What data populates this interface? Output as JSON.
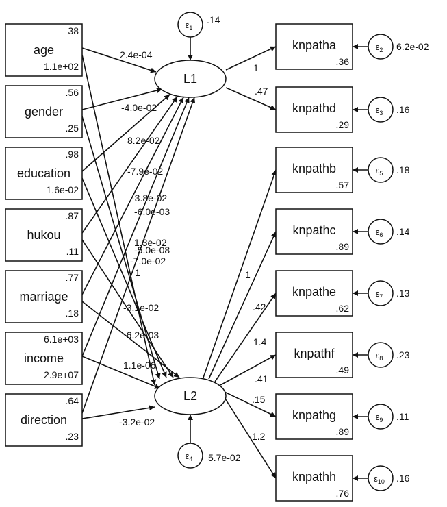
{
  "latents": [
    {
      "id": "L1",
      "label": "L1"
    },
    {
      "id": "L2",
      "label": "L2"
    }
  ],
  "predictors": [
    {
      "id": "age",
      "label": "age",
      "mean": "38",
      "variance": "1.1e+02"
    },
    {
      "id": "gender",
      "label": "gender",
      "mean": ".56",
      "variance": ".25"
    },
    {
      "id": "education",
      "label": "education",
      "mean": ".98",
      "variance": "1.6e-02"
    },
    {
      "id": "hukou",
      "label": "hukou",
      "mean": ".87",
      "variance": ".11"
    },
    {
      "id": "marriage",
      "label": "marriage",
      "mean": ".77",
      "variance": ".18"
    },
    {
      "id": "income",
      "label": "income",
      "mean": "6.1e+03",
      "variance": "2.9e+07"
    },
    {
      "id": "direction",
      "label": "direction",
      "mean": ".64",
      "variance": ".23"
    }
  ],
  "indicators": [
    {
      "id": "knpatha",
      "label": "knpatha",
      "intercept": ".36",
      "error": "2",
      "error_value": "6.2e-02",
      "latent": "L1",
      "loading": "1"
    },
    {
      "id": "knpathd",
      "label": "knpathd",
      "intercept": ".29",
      "error": "3",
      "error_value": ".16",
      "latent": "L1",
      "loading": ".47"
    },
    {
      "id": "knpathb",
      "label": "knpathb",
      "intercept": ".57",
      "error": "5",
      "error_value": ".18",
      "latent": "L2",
      "loading": "1"
    },
    {
      "id": "knpathc",
      "label": "knpathc",
      "intercept": ".89",
      "error": "6",
      "error_value": ".14",
      "latent": "L2",
      "loading": ".42"
    },
    {
      "id": "knpathe",
      "label": "knpathe",
      "intercept": ".62",
      "error": "7",
      "error_value": ".13",
      "latent": "L2",
      "loading": "1.4"
    },
    {
      "id": "knpathf",
      "label": "knpathf",
      "intercept": ".49",
      "error": "8",
      "error_value": ".23",
      "latent": "L2",
      "loading": ".41"
    },
    {
      "id": "knpathg",
      "label": "knpathg",
      "intercept": ".89",
      "error": "9",
      "error_value": ".11",
      "latent": "L2",
      "loading": ".15"
    },
    {
      "id": "knpathh",
      "label": "knpathh",
      "intercept": ".76",
      "error": "10",
      "error_value": ".16",
      "latent": "L2",
      "loading": "1.2"
    }
  ],
  "latent_errors": [
    {
      "latent": "L1",
      "error": "1",
      "value": ".14"
    },
    {
      "latent": "L2",
      "error": "4",
      "value": "5.7e-02"
    }
  ],
  "paths": [
    {
      "from": "age",
      "to": "L1",
      "coef": "2.4e-04"
    },
    {
      "from": "age",
      "to": "L2",
      "coef": "-3.8e-02"
    },
    {
      "from": "gender",
      "to": "L1",
      "coef": "-4.0e-02"
    },
    {
      "from": "gender",
      "to": "L2",
      "coef": "-5.0e-08"
    },
    {
      "from": "education",
      "to": "L1",
      "coef": "8.2e-02"
    },
    {
      "from": "education",
      "to": "L2",
      "coef": "-7.0e-02"
    },
    {
      "from": "hukou",
      "to": "L1",
      "coef": "-7.9e-02"
    },
    {
      "from": "hukou",
      "to": "L2",
      "coef": "-3.1e-02"
    },
    {
      "from": "marriage",
      "to": "L1",
      "coef": "-6.0e-03"
    },
    {
      "from": "marriage",
      "to": "L2",
      "coef": "-6.2e-03"
    },
    {
      "from": "income",
      "to": "L1",
      "coef": "1.3e-02"
    },
    {
      "from": "income",
      "to": "L2",
      "coef": "1.1e-06"
    },
    {
      "from": "direction",
      "to": "L1",
      "coef": "1"
    },
    {
      "from": "direction",
      "to": "L2",
      "coef": "-3.2e-02"
    }
  ]
}
